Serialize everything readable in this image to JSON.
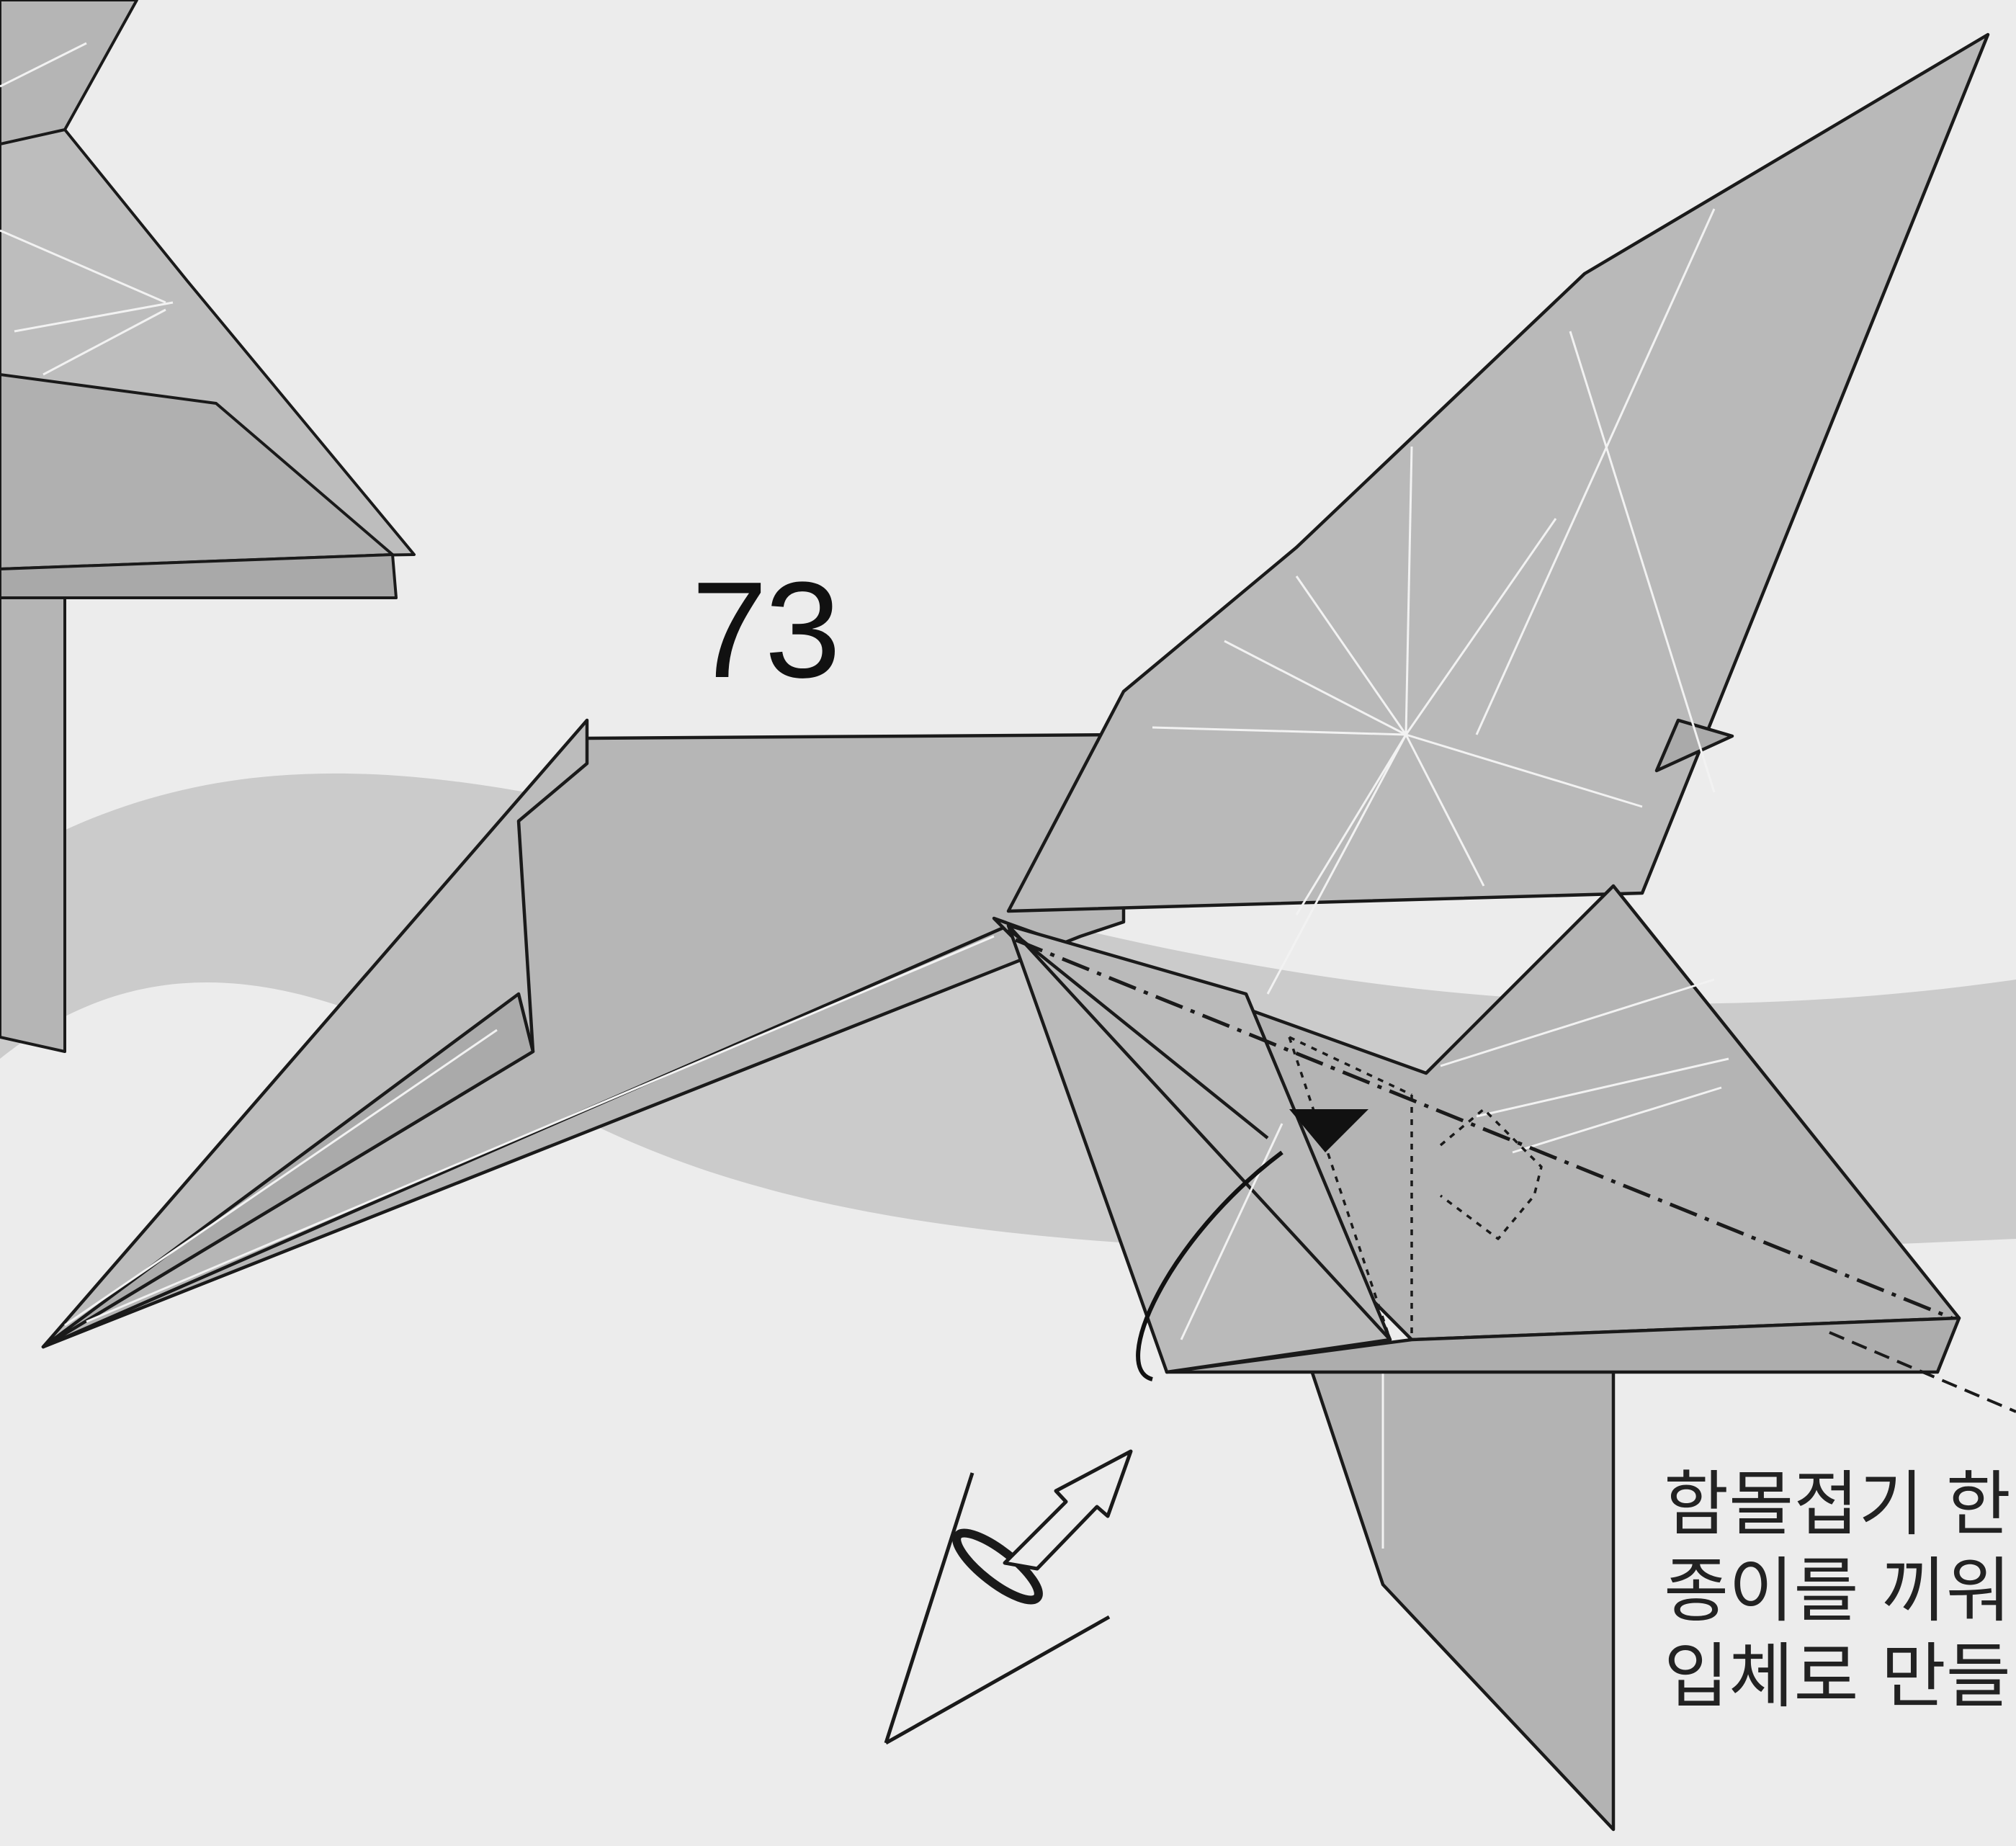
{
  "step": {
    "number": "73"
  },
  "instruction": {
    "lines": [
      "함몰접기 한",
      "종이를 끼워",
      "입체로 만들"
    ]
  },
  "colors": {
    "background": "#ececec",
    "paper": "#b9b9b9",
    "band": "#c8c8c8",
    "line": "#1a1a1a",
    "crease": "#f2f2f2"
  },
  "icons": [
    "eye-view-icon",
    "double-arrow-icon",
    "push-arrow-icon",
    "inside-reverse-fold-arrow-icon"
  ]
}
